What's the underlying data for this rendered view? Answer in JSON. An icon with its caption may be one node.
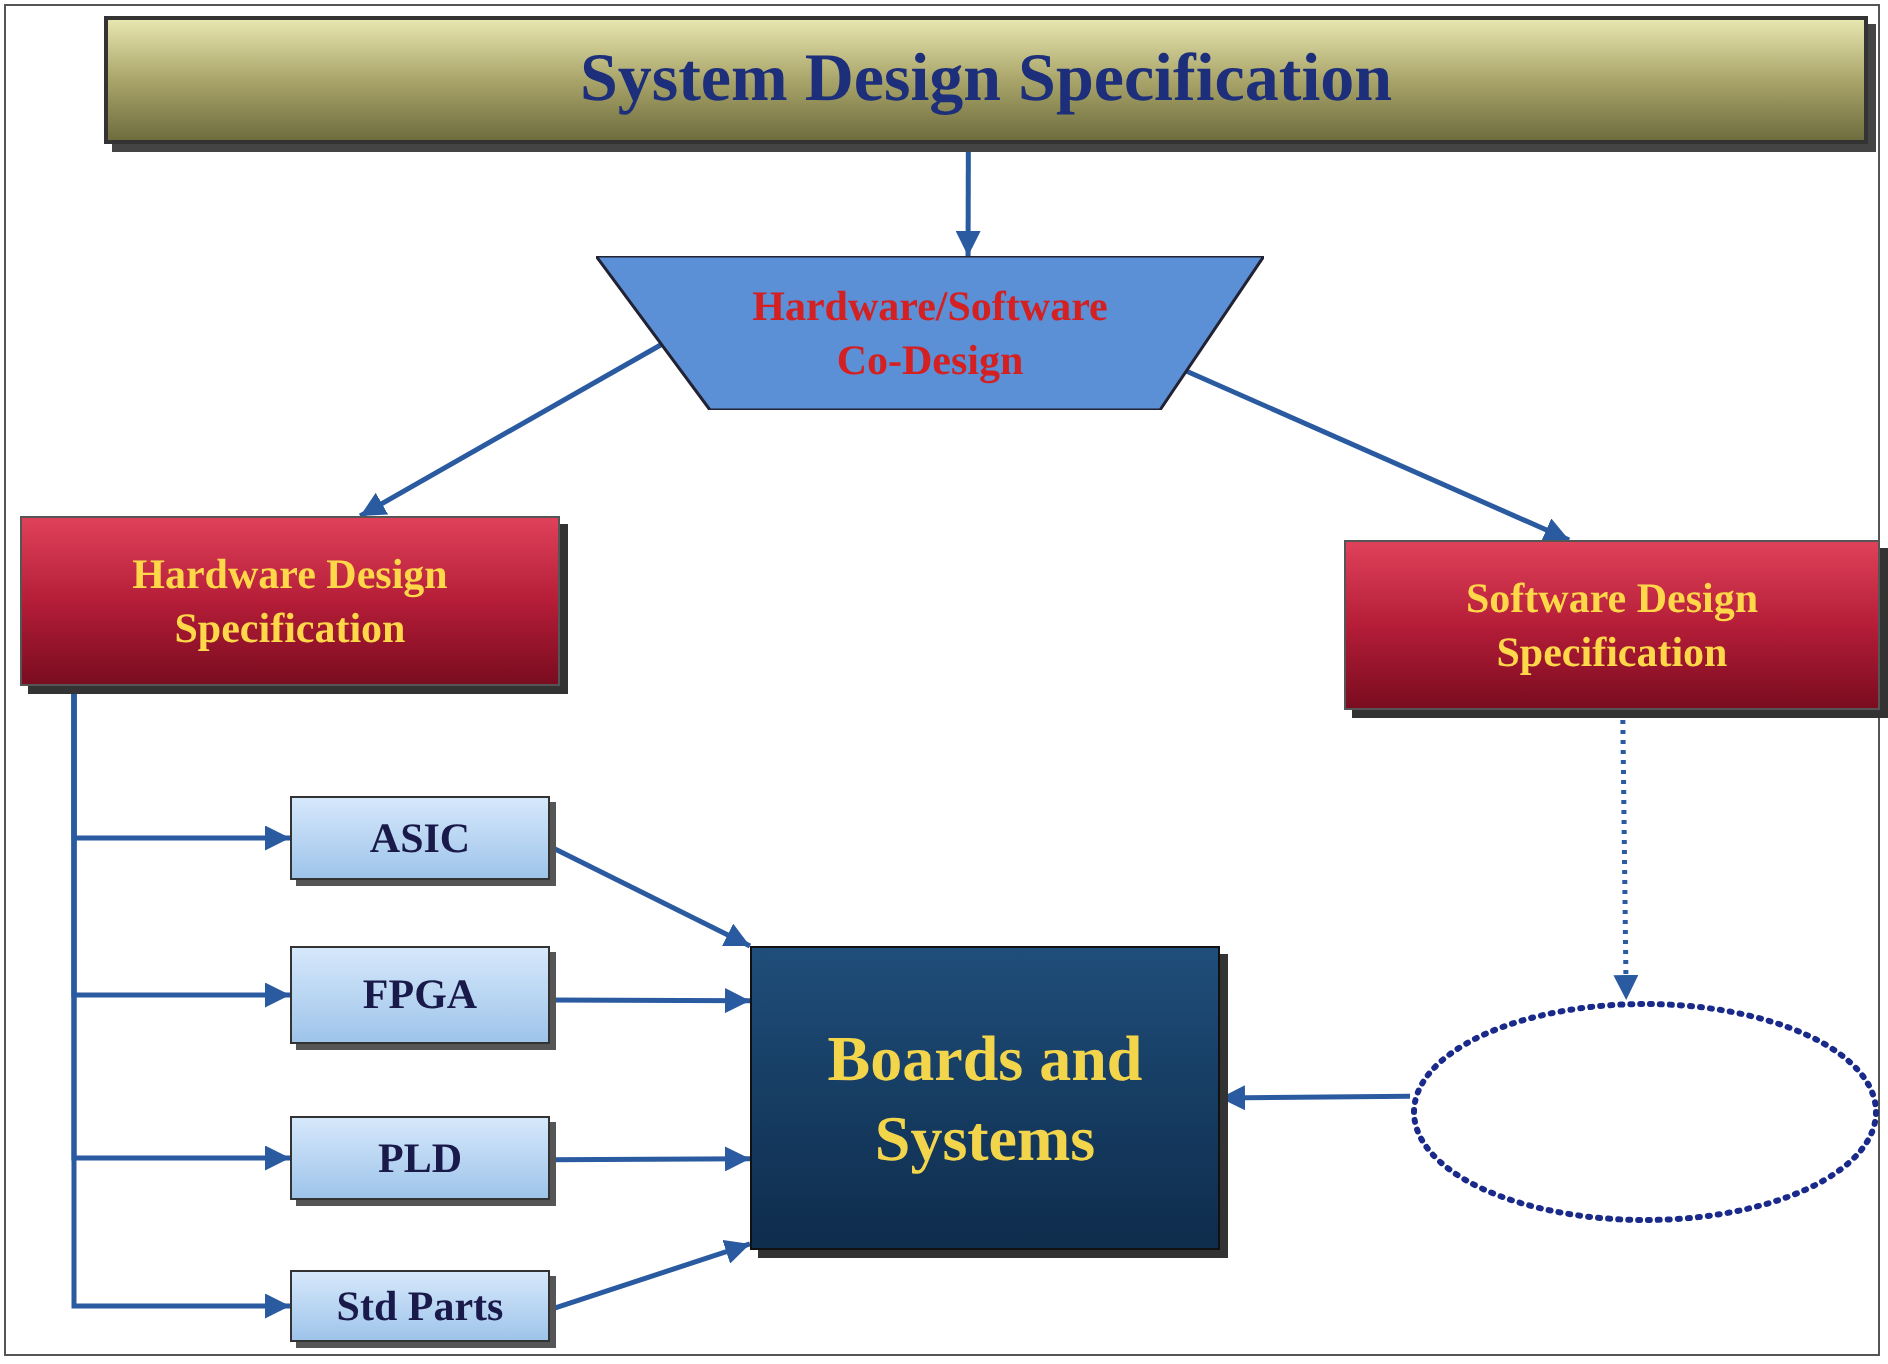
{
  "diagram": {
    "nodes": [
      {
        "text": [
          "System Design Specification"
        ]
      },
      {
        "text": [
          "Hardware/Software Co-Design"
        ]
      },
      {
        "text": [
          "Hardware Design Specification"
        ]
      },
      {
        "text": [
          "Software Design Specification"
        ]
      },
      {
        "text": [
          "ASIC"
        ]
      },
      {
        "text": [
          "FPGA"
        ]
      },
      {
        "text": [
          "PLD"
        ]
      },
      {
        "text": [
          "Std Parts"
        ]
      },
      {
        "text": [
          "Boards and Systems"
        ]
      },
      {
        "text": [],
        "shape": "circle"
      }
    ],
    "edges": [
      {
        "from": 0,
        "to": 1,
        "arrow": "to"
      },
      {
        "from": 1,
        "to": 2,
        "arrow": "to"
      },
      {
        "from": 1,
        "to": 3,
        "arrow": "to"
      },
      {
        "from": 2,
        "to": 4,
        "arrow": "to"
      },
      {
        "from": 2,
        "to": 5,
        "arrow": "to"
      },
      {
        "from": 2,
        "to": 6,
        "arrow": "to"
      },
      {
        "from": 2,
        "to": 7,
        "arrow": "to"
      },
      {
        "from": 4,
        "to": 8,
        "arrow": "to"
      },
      {
        "from": 5,
        "to": 8,
        "arrow": "to"
      },
      {
        "from": 6,
        "to": 8,
        "arrow": "to"
      },
      {
        "from": 7,
        "to": 8,
        "arrow": "to"
      },
      {
        "from": 3,
        "to": 9,
        "arrow": "to",
        "style": "dashed"
      },
      {
        "from": 9,
        "to": 8,
        "arrow": "to"
      }
    ]
  }
}
